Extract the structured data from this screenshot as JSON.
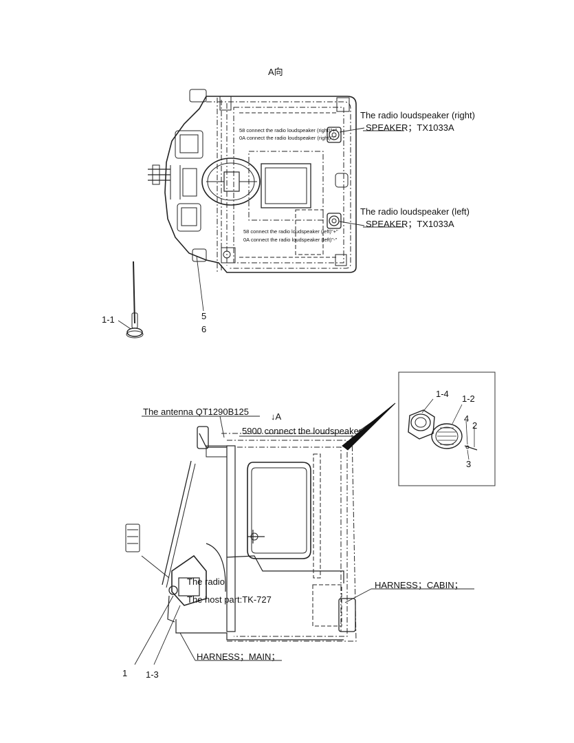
{
  "top_view": {
    "view_label": "A向",
    "speaker_right": {
      "title": "The radio loudspeaker (right)",
      "part": "SPEAKER；TX1033A",
      "note_plus": "58 connect the radio loudspeaker (right)\"+\"",
      "note_minus": "0A connect the radio loudspeaker (right)\"-\""
    },
    "speaker_left": {
      "title": "The radio loudspeaker (left)",
      "part": "SPEAKER；TX1033A",
      "note_plus": "58 connect the radio loudspeaker (left)\"+\"",
      "note_minus": "0A connect the radio loudspeaker (left)\"-\""
    },
    "callouts": {
      "antenna": "1-1",
      "item5": "5",
      "item6": "6"
    }
  },
  "side_view": {
    "antenna_label": "The antenna  QT1290B125",
    "view_arrow": "↓A",
    "loudspeaker_note": "5900 connect the  loudspeaker",
    "radio_label": "The radio",
    "host_part": "The host part:TK-727",
    "harness_cabin": "HARNESS；CABIN；",
    "harness_main": "HARNESS；MAIN；",
    "callouts": {
      "item1": "1",
      "item13": "1-3"
    }
  },
  "detail_inset": {
    "callouts": {
      "c14": "1-4",
      "c12": "1-2",
      "c4": "4",
      "c2": "2",
      "c3": "3"
    }
  }
}
